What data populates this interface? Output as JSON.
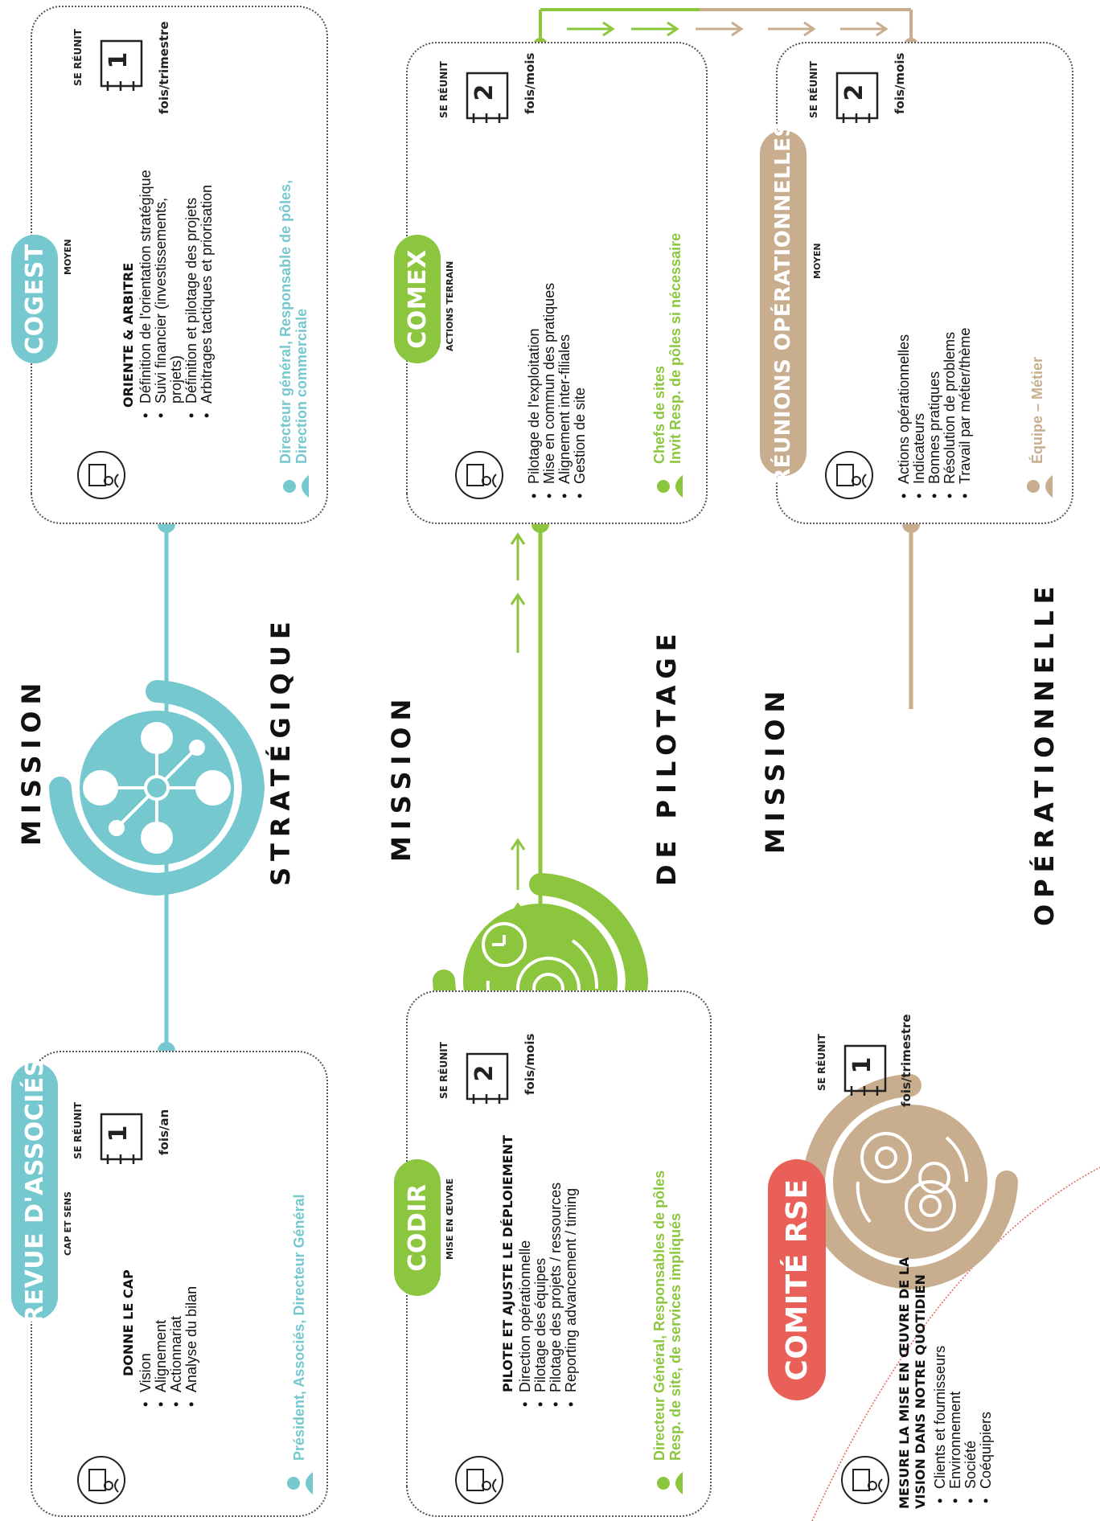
{
  "colors": {
    "teal": "#76C8CF",
    "green": "#8CC63F",
    "tan": "#C8AE8F",
    "red": "#E86057",
    "text": "#111111"
  },
  "missions": [
    {
      "word1": "MISSION",
      "word2": "STRATÉGIQUE",
      "icon": "network-hub-icon",
      "color": "#76C8CF"
    },
    {
      "word1": "MISSION",
      "word2": "DE PILOTAGE",
      "icon": "gear-clock-icon",
      "color": "#8CC63F"
    },
    {
      "word1": "MISSION",
      "word2": "OPÉRATIONNELLE",
      "icon": "gears-cycle-icon",
      "color": "#C8AE8F"
    }
  ],
  "committees": {
    "revue": {
      "name": "REVUE D'ASSOCIÉS",
      "subtitle": "CAP ET SENS",
      "meets_label": "SE RÉUNIT",
      "count": "1",
      "frequency": "fois/an",
      "heading": "DONNE LE CAP",
      "items": [
        "Vision",
        "Alignement",
        "Actionnariat",
        "Analyse du bilan"
      ],
      "members": [
        "Président, Associés, Directeur Général"
      ]
    },
    "cogest": {
      "name": "COGEST",
      "subtitle": "MOYEN",
      "meets_label": "SE RÉUNIT",
      "count": "1",
      "frequency": "fois/trimestre",
      "heading": "ORIENTE & ARBITRE",
      "items": [
        "Définition de l'orientation stratégique",
        "Suivi financier (investissements, projets)",
        "Définition et pilotage des projets",
        "Arbitrages tactiques et priorisation"
      ],
      "members": [
        "Directeur général, Responsable de pôles,",
        "Direction commerciale"
      ]
    },
    "codir": {
      "name": "CODIR",
      "subtitle": "MISE EN ŒUVRE",
      "meets_label": "SE RÉUNIT",
      "count": "2",
      "frequency": "fois/mois",
      "heading": "PILOTE ET AJUSTE LE DÉPLOIEMENT",
      "items": [
        "Direction opérationnelle",
        "Pilotage des équipes",
        "Pilotage des projets / ressources",
        "Reporting advancement / timing"
      ],
      "members": [
        "Directeur Général, Responsables de pôles",
        "Resp. de site, de services impliqués"
      ]
    },
    "comex": {
      "name": "COMEX",
      "subtitle": "ACTIONS TERRAIN",
      "meets_label": "SE RÉUNIT",
      "count": "2",
      "frequency": "fois/mois",
      "heading": "",
      "items": [
        "Pilotage de l'exploitation",
        "Mise en commun des pratiques",
        "Alignement inter-filiales",
        "Gestion de site"
      ],
      "members": [
        "Chefs de sites",
        "Invit Resp. de pôles si nécessaire"
      ]
    },
    "reunions": {
      "name": "RÉUNIONS OPÉRATIONNELLES",
      "subtitle": "MOYEN",
      "meets_label": "SE RÉUNIT",
      "count": "2",
      "frequency": "fois/mois",
      "heading": "",
      "items": [
        "Actions opérationnelles",
        "Indicateurs",
        "Bonnes pratiques",
        "Résolution de problems",
        "Travail par métier/thème"
      ],
      "members": [
        "Équipe – Métier"
      ]
    },
    "rse": {
      "name": "COMITÉ RSE",
      "meets_label": "SE RÉUNIT",
      "count": "1",
      "frequency": "fois/trimestre",
      "heading": "MESURE LA MISE EN ŒUVRE DE LA VISION DANS NOTRE QUOTIDIEN",
      "items": [
        "Clients et fournisseurs",
        "Environnement",
        "Société",
        "Coéquipiers"
      ]
    }
  }
}
